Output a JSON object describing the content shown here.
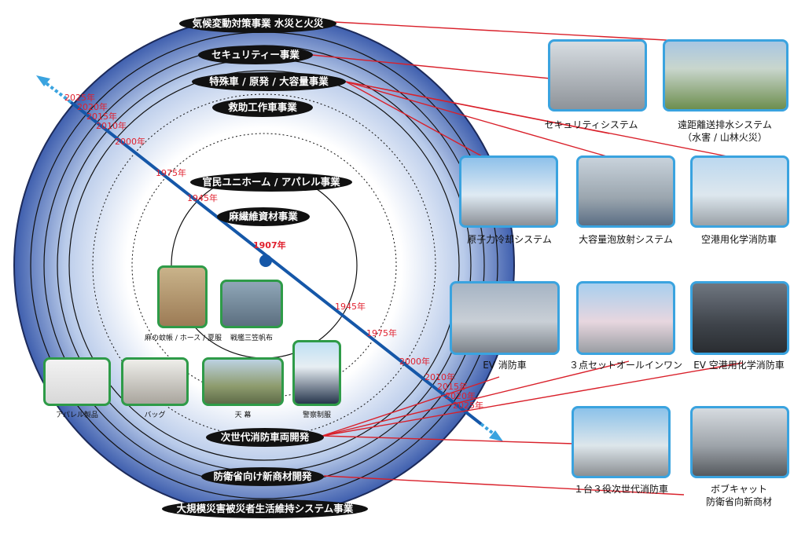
{
  "sectors": {
    "climate": "気候変動対策事業 水災と火災",
    "security": "セキュリティー事業",
    "special": "特殊車 / 原発 / 大容量事業",
    "rescue": "救助工作車事業",
    "uniform": "官民ユニホーム / アパレル事業",
    "hemp": "麻繊維資材事業",
    "nextgen": "次世代消防車両開発",
    "defense": "防衛省向け新商材開発",
    "disaster": "大規模災害被災者生活維持システム事業"
  },
  "timeline": {
    "center": "1907年",
    "upper": [
      "2025年",
      "2020年",
      "2015年",
      "2010年",
      "2000年",
      "1975年",
      "1945年"
    ],
    "lower": [
      "1945年",
      "1975年",
      "2000年",
      "2010年",
      "2015年",
      "2020年",
      "2025年"
    ]
  },
  "products": {
    "security_system": "セキュリティシステム",
    "pump": "遠距離送排水システム",
    "pump_sub": "（水害 / 山林火災）",
    "nuclear": "原子力冷却システム",
    "foam": "大容量泡放射システム",
    "airport": "空港用化学消防車",
    "ev": "EV 消防車",
    "three_set": "３点セットオールインワン",
    "ev_airport": "EV 空港用化学消防車",
    "one_three": "１台３役次世代消防車",
    "bobcat": "ボブキャット",
    "bobcat_sub": "防衛省向新商材"
  },
  "history": {
    "hemp_goods": "麻の蚊帳 / ホース / 夏服",
    "battleship": "戦艦三笠帆布",
    "apparel": "アパレル製品",
    "bag": "バッグ",
    "tent": "天 幕",
    "police": "警察制服"
  },
  "colors": {
    "timeline": "#1557a8",
    "year": "#e0202e",
    "connector": "#d9202a",
    "photo_border": "#3aa3df",
    "history_border": "#2e9b48"
  }
}
